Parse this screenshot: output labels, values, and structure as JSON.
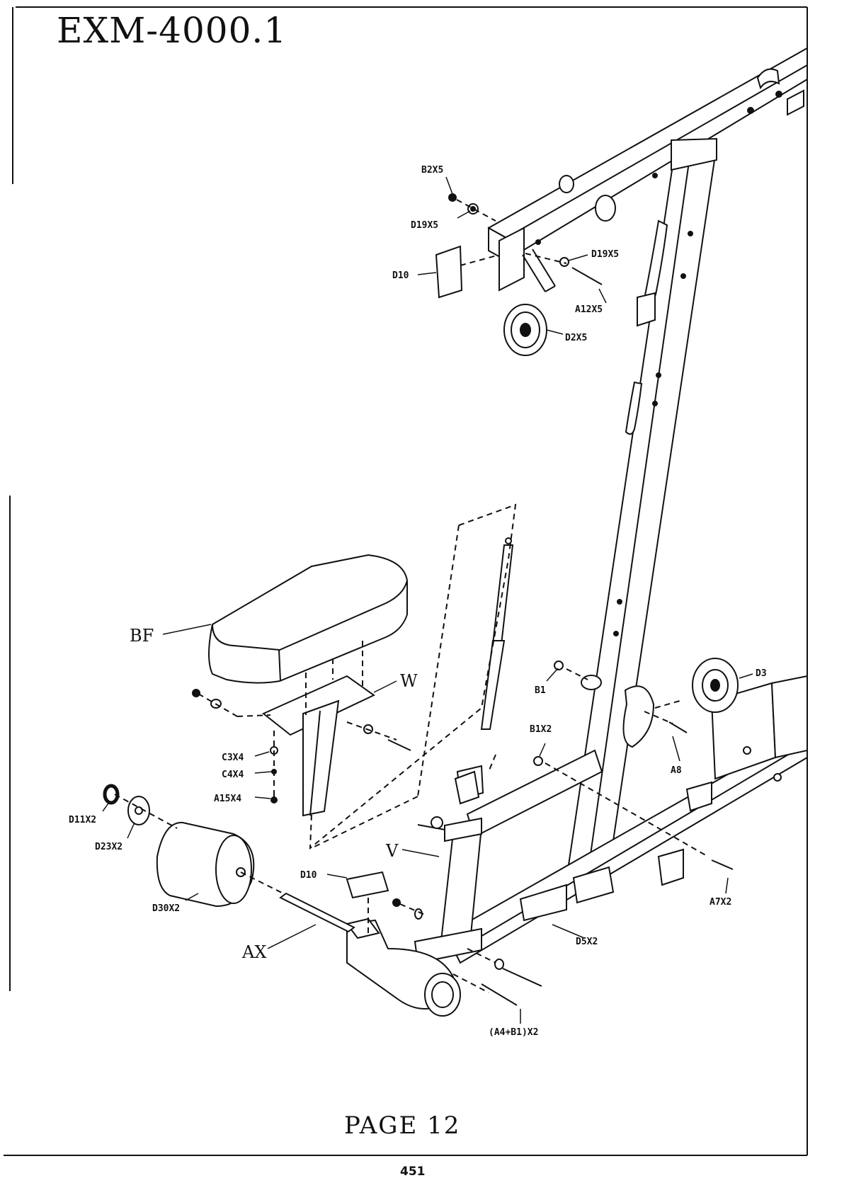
{
  "header": {
    "model": "EXM-4000.1"
  },
  "footer": {
    "page_label": "PAGE 12",
    "page_number": "451"
  },
  "callouts": {
    "b2x5": "B2X5",
    "d19x5_left": "D19X5",
    "d19x5_right": "D19X5",
    "d10_top": "D10",
    "a12x5": "A12X5",
    "d2x5": "D2X5",
    "bf": "BF",
    "w": "W",
    "b1": "B1",
    "d3": "D3",
    "b1x2": "B1X2",
    "a8": "A8",
    "c3x4": "C3X4",
    "c4x4": "C4X4",
    "a15x4": "A15X4",
    "d11x2": "D11X2",
    "d23x2": "D23X2",
    "v": "V",
    "d10_bottom": "D10",
    "a7x2": "A7X2",
    "d30x2": "D30X2",
    "d5x2": "D5X2",
    "ax": "AX",
    "a4b1x2": "(A4+B1)X2"
  }
}
